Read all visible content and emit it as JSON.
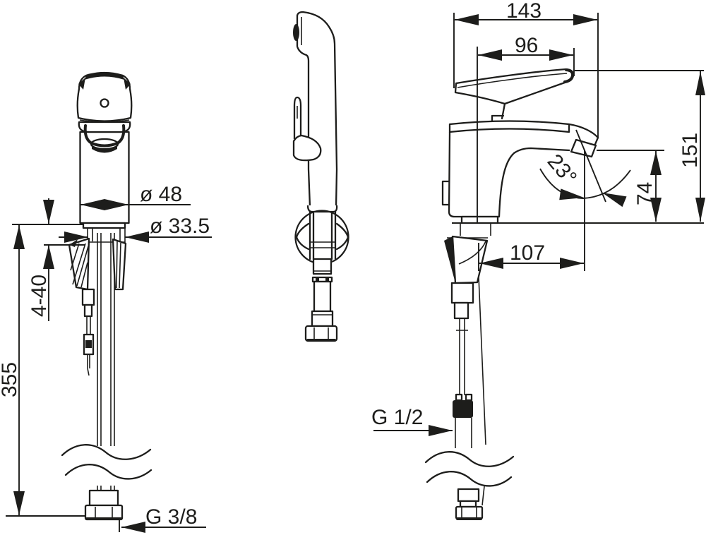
{
  "drawing": {
    "background_color": "#ffffff",
    "line_color": "#1d1d1b",
    "dimensions": {
      "spout_diameter": "ø 48",
      "shank_diameter": "ø 33.5",
      "deck_thickness_range": "4-40",
      "connection_height": "355",
      "supply_thread": "G 3/8",
      "overall_length": "143",
      "handle_projection": "96",
      "overall_height": "151",
      "spout_outlet_height": "74",
      "spout_angle": "23°",
      "spout_reach": "107",
      "shower_hose_thread": "G 1/2"
    }
  }
}
